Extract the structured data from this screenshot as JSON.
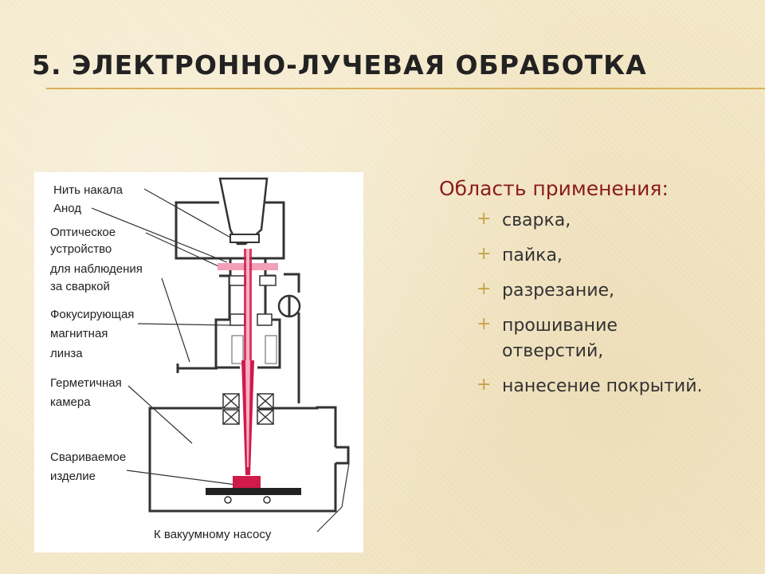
{
  "slide": {
    "title": "5. ЭЛЕКТРОННО-ЛУЧЕВАЯ ОБРАБОТКА"
  },
  "diagram": {
    "labels": [
      "Нить накала",
      "Анод",
      "Оптическое",
      "устройство",
      "для наблюдения",
      "за сваркой",
      "Фокусирующая",
      "магнитная",
      "линза",
      "Герметичная",
      "камера",
      "Свариваемое",
      "изделие"
    ],
    "vacuum_label": "К вакуумному насосу"
  },
  "applications": {
    "heading": "Область применения:",
    "bullet_icon": "plus-bullet",
    "items": [
      "сварка,",
      "пайка,",
      "разрезание,",
      "прошивание отверстий,",
      "нанесение покрытий."
    ]
  },
  "colors": {
    "title": "#222222",
    "heading": "#8b1c1c",
    "accent": "#d8b15a",
    "beam": "#d01a4a"
  }
}
